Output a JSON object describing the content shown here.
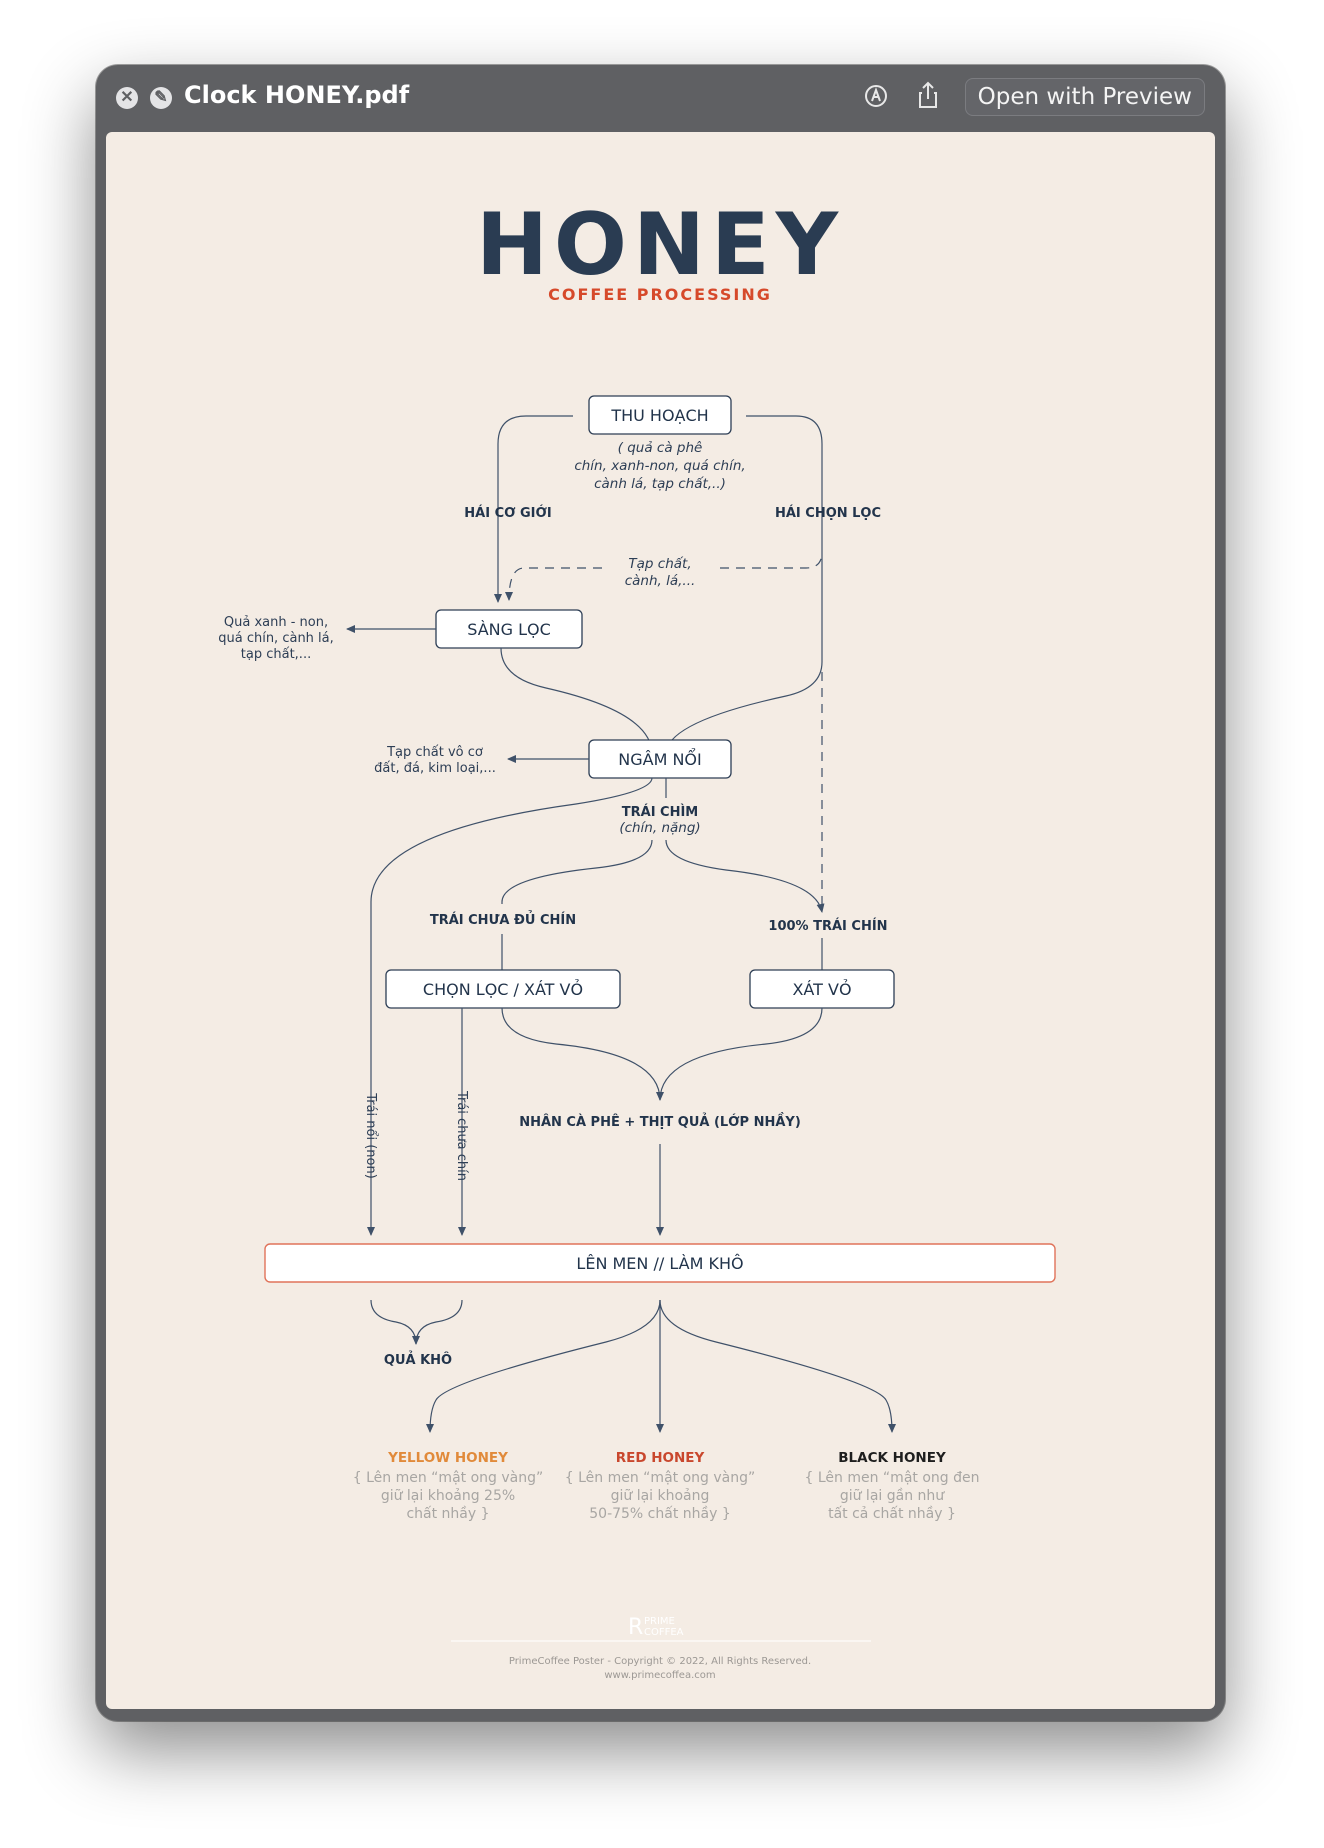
{
  "window": {
    "title": "Clock HONEY.pdf",
    "open_with_label": "Open with Preview",
    "close_icon": "close-icon",
    "edit_icon": "edit-icon",
    "markup_icon": "markup-icon",
    "share_icon": "share-icon"
  },
  "poster": {
    "title": "HONEY",
    "subtitle": "COFFEE PROCESSING",
    "colors": {
      "navy": "#2a3c52",
      "accent": "#d6492a",
      "yellow": "#e18a3a",
      "red": "#c9472d",
      "black": "#1e1e1e"
    },
    "boxes": {
      "harvest": "THU HOẠCH",
      "screen": "SÀNG LỌC",
      "float": "NGÂM NỔI",
      "select_pulp": "CHỌN LỌC / XÁT VỎ",
      "pulp": "XÁT VỎ",
      "ferment_dry": "LÊN MEN // LÀM KHÔ"
    },
    "harvest_note": [
      "( quả cà phê",
      "chín, xanh-non, quá chín,",
      "cành lá, tạp chất,..)"
    ],
    "impurities_note": [
      "Tạp chất,",
      "cành, lá,..."
    ],
    "screen_out": [
      "Quả xanh - non,",
      "quá chín, cành lá,",
      "tạp chất,..."
    ],
    "float_out": [
      "Tạp chất vô cơ",
      "đất, đá, kim loại,..."
    ],
    "labels": {
      "mechanical": "HÁI CƠ GIỚI",
      "selective": "HÁI CHỌN LỌC",
      "sink": "TRÁI CHÌM",
      "sink_note": "(chín, nặng)",
      "unripe": "TRÁI CHƯA ĐỦ CHÍN",
      "ripe100": "100% TRÁI CHÍN",
      "bean_mucilage": "NHÂN CÀ PHÊ + THỊT QUẢ (LỚP NHẦY)",
      "floaters": "Trái nổi (non)",
      "unripe_fruit": "Trái chưa chín",
      "dried_cherry": "QUẢ KHÔ"
    },
    "results": [
      {
        "name": "YELLOW HONEY",
        "desc": [
          "{ Lên men “mật ong vàng”",
          "giữ lại khoảng 25%",
          "chất nhầy }"
        ]
      },
      {
        "name": "RED HONEY",
        "desc": [
          "{ Lên men “mật ong vàng”",
          "giữ lại khoảng",
          "50-75% chất nhầy }"
        ]
      },
      {
        "name": "BLACK HONEY",
        "desc": [
          "{ Lên men “mật ong đen",
          "giữ lại gần như",
          "tất cả chất nhầy }"
        ]
      }
    ],
    "footer": {
      "logo_letter": "R",
      "logo_line1": "PRIME",
      "logo_line2": "COFFEA",
      "copyright": "PrimeCoffee Poster - Copyright © 2022, All Rights Reserved.",
      "website": "www.primecoffea.com"
    }
  }
}
